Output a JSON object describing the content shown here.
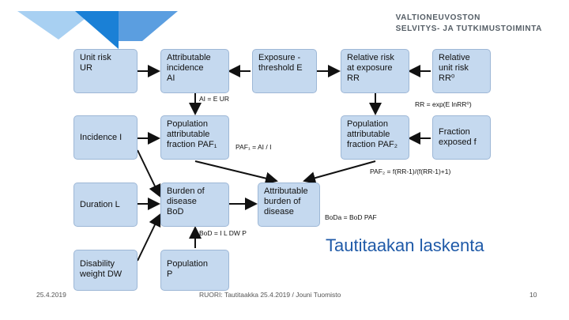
{
  "header": {
    "org_line1": "VALTIONEUVOSTON",
    "org_line2": "SELVITYS- JA TUTKIMUSTOIMINTA"
  },
  "boxes": {
    "unit_risk": "Unit risk\nUR",
    "attr_incidence": "Attributable\nincidence\nAI",
    "exposure": "Exposure -\nthreshold E",
    "rel_risk_exposure": "Relative risk\nat exposure\nRR",
    "rel_unit_risk": "Relative\nunit risk\nRR⁰",
    "incidence": "Incidence I",
    "paf1": "Population\nattributable\nfraction PAF₁",
    "paf2": "Population\nattributable\nfraction PAF₂",
    "fraction_exposed": "Fraction\nexposed f",
    "duration": "Duration L",
    "bod": "Burden of\ndisease\nBoD",
    "attr_bod": "Attributable\nburden of\ndisease",
    "disability": "Disability\nweight DW",
    "population": "Population\nP"
  },
  "formulas": {
    "ai": "AI = E UR",
    "rr": "RR = exp(E lnRR⁰)",
    "paf1": "PAF₁ = AI / I",
    "paf2": "PAF₂ = f(RR-1)/(f(RR-1)+1)",
    "boda": "BoDa = BoD PAF",
    "bod": "BoD = I L DW P"
  },
  "slide_title": "Tautitaakan laskenta",
  "footer": {
    "date": "25.4.2019",
    "center": "RUORI: Tautitaakka 25.4.2019 / Jouni Tuomisto",
    "page": "10"
  },
  "colors": {
    "box_fill": "#c5d9ef",
    "box_border": "#9db7d6",
    "accent_blue": "#1f5aa8",
    "triangle_light": "#a8cdf0",
    "triangle_dark": "#1e7fd0"
  }
}
